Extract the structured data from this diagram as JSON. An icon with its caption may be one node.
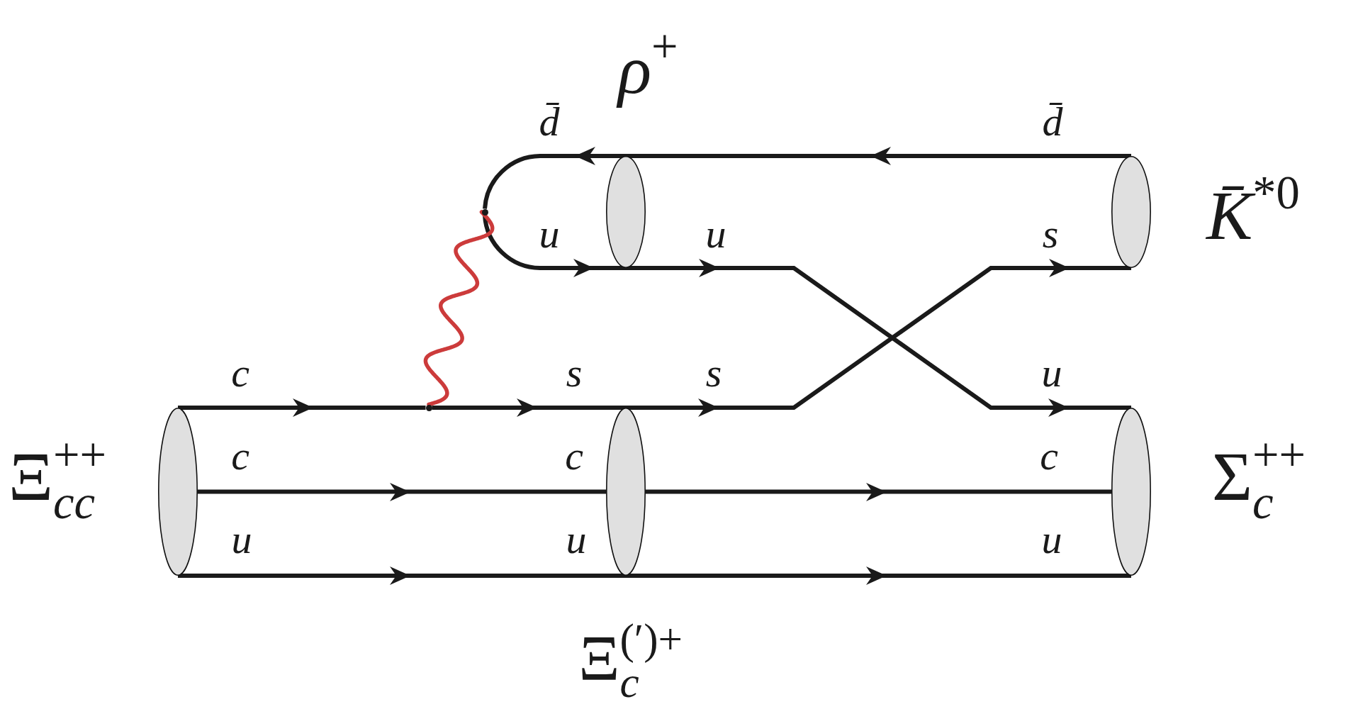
{
  "diagram": {
    "nodes": [
      {
        "text": [],
        "shape": "ellipse",
        "beside": [
          "Ξ$_{cc}$$^{++}$"
        ]
      },
      {
        "text": [],
        "shape": "ellipse",
        "beside": [
          "ρ$^{+}$"
        ]
      },
      {
        "text": [],
        "shape": "ellipse",
        "beside": [
          "Ξ$_{c}$$^{(′)+}$"
        ]
      },
      {
        "text": [],
        "shape": "ellipse",
        "beside": [
          "K̄$^{*0}$"
        ]
      },
      {
        "text": [],
        "shape": "ellipse",
        "beside": [
          "Σ$_{c}$$^{++}$"
        ]
      },
      {
        "text": [],
        "shape": "dot"
      },
      {
        "text": [],
        "shape": "dot"
      }
    ],
    "edges": [
      {
        "from": 0,
        "to": 5,
        "arrow": "to",
        "label": "c"
      },
      {
        "from": 5,
        "to": 2,
        "arrow": "to",
        "label": "s"
      },
      {
        "from": 0,
        "to": 2,
        "arrow": "to",
        "label": "c"
      },
      {
        "from": 0,
        "to": 2,
        "arrow": "to",
        "label": "u"
      },
      {
        "from": 2,
        "to": 3,
        "arrow": "to",
        "label": "s"
      },
      {
        "from": 2,
        "to": 4,
        "arrow": "to",
        "label": "c"
      },
      {
        "from": 2,
        "to": 4,
        "arrow": "to",
        "label": "u"
      },
      {
        "from": 3,
        "to": 1,
        "arrow": "to",
        "label": "d̄"
      },
      {
        "from": 1,
        "to": 6,
        "arrow": "to",
        "label": "d̄"
      },
      {
        "from": 6,
        "to": 1,
        "arrow": "to",
        "label": "u"
      },
      {
        "from": 1,
        "to": 4,
        "arrow": "to",
        "label": "u"
      },
      {
        "from": 5,
        "to": 6,
        "arrow": "none",
        "color": "#cc3b3b"
      }
    ],
    "labels": [
      "s",
      "u",
      "c",
      "u"
    ]
  }
}
